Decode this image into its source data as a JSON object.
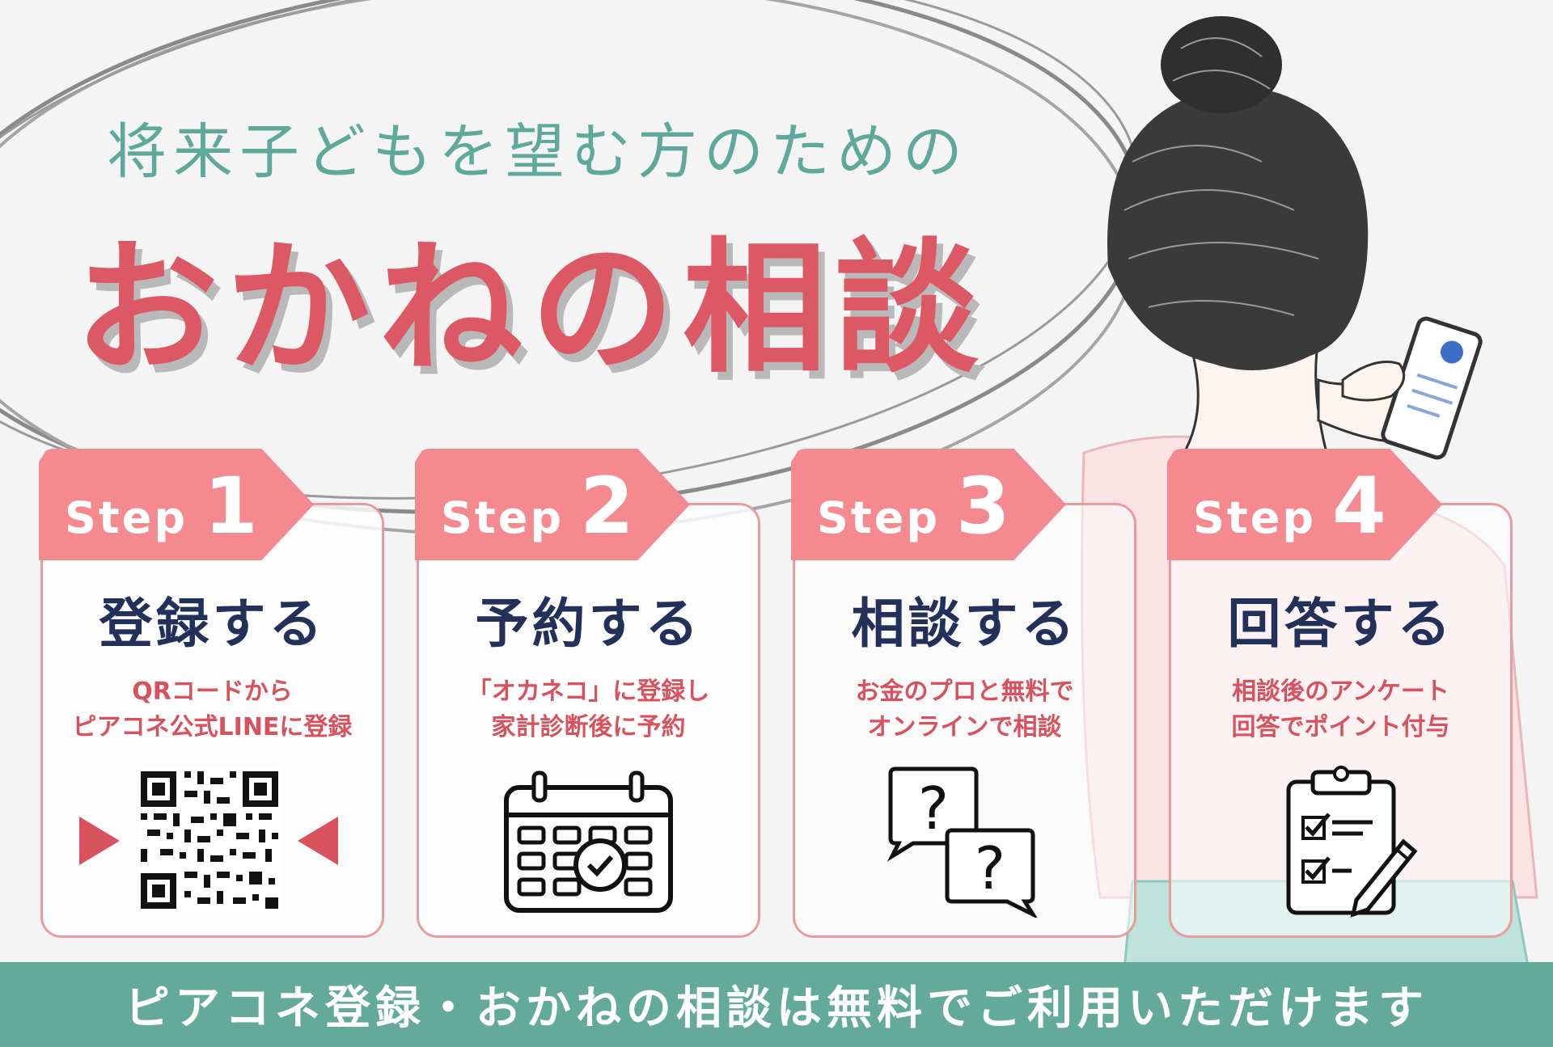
{
  "header": {
    "subtitle": "将来子どもを望む方のための",
    "title": "おかねの相談"
  },
  "steps": [
    {
      "word": "Step",
      "number": "1",
      "title": "登録する",
      "desc": [
        "QRコードから",
        "ピアコネ公式LINEに登録"
      ],
      "icon": "qr-code-icon"
    },
    {
      "word": "Step",
      "number": "2",
      "title": "予約する",
      "desc": [
        "「オカネコ」に登録し",
        "家計診断後に予約"
      ],
      "icon": "calendar-check-icon"
    },
    {
      "word": "Step",
      "number": "3",
      "title": "相談する",
      "desc": [
        "お金のプロと無料で",
        "オンラインで相談"
      ],
      "icon": "question-bubbles-icon"
    },
    {
      "word": "Step",
      "number": "4",
      "title": "回答する",
      "desc": [
        "相談後のアンケート",
        "回答でポイント付与"
      ],
      "icon": "clipboard-checklist-icon"
    }
  ],
  "footer": {
    "banner": "ピアコネ登録・おかねの相談は無料でご利用いただけます"
  },
  "colors": {
    "accent_pink": "#f48a90",
    "title_red": "#dc5864",
    "teal": "#64aa9b",
    "navy": "#22305a"
  }
}
